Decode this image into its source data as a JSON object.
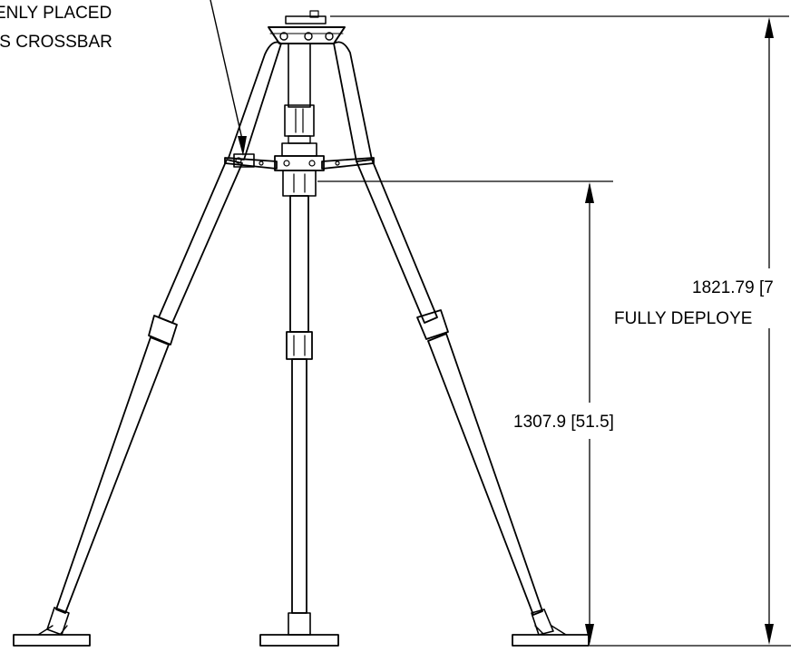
{
  "callout": {
    "line1": "ENLY PLACED",
    "line2": "IS CROSSBAR"
  },
  "dimensions": {
    "overall_height": "1821.79 [7",
    "overall_note": "FULLY DEPLOYE",
    "hub_height": "1307.9 [51.5]"
  },
  "colors": {
    "line": "#000000",
    "background": "#ffffff"
  }
}
